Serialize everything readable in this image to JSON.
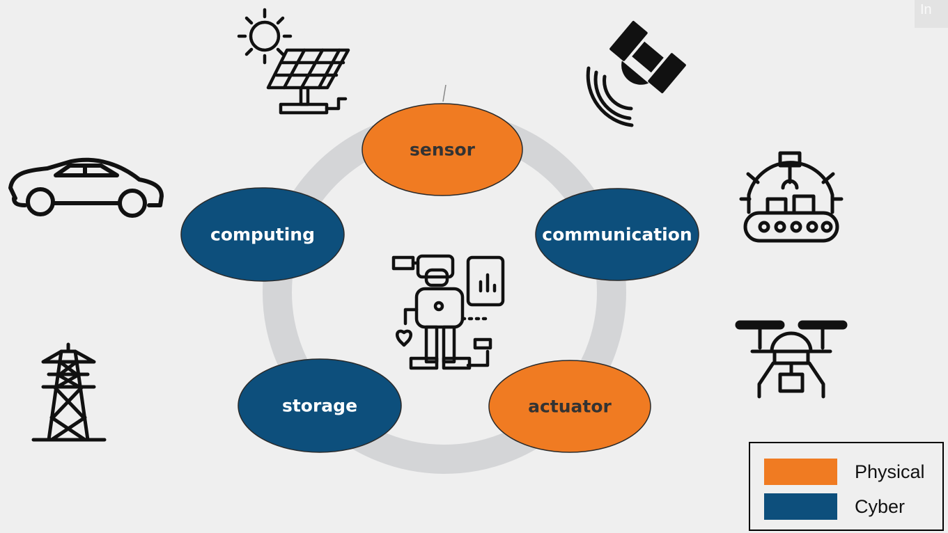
{
  "corner_tab": "In",
  "colors": {
    "physical": "#f07b22",
    "cyber": "#0d4f7c",
    "ring": "#d4d5d7",
    "background": "#efefef"
  },
  "nodes": [
    {
      "label": "sensor",
      "kind": "physical"
    },
    {
      "label": "communication",
      "kind": "cyber"
    },
    {
      "label": "actuator",
      "kind": "physical"
    },
    {
      "label": "storage",
      "kind": "cyber"
    },
    {
      "label": "computing",
      "kind": "cyber"
    }
  ],
  "icons": [
    "solar-panel-icon",
    "satellite-icon",
    "car-icon",
    "factory-robot-icon",
    "power-tower-icon",
    "drone-icon",
    "engineer-icon"
  ],
  "legend": {
    "physical_label": "Physical",
    "cyber_label": "Cyber"
  }
}
